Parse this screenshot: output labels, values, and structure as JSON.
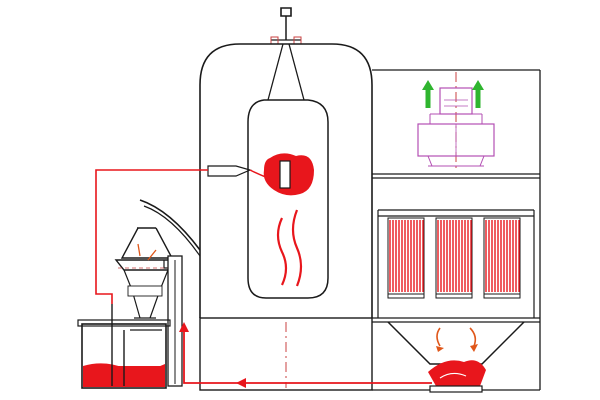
{
  "diagram": {
    "colors": {
      "line": "#1a1a1a",
      "powder": "#e8161c",
      "fan": "#b34fb3",
      "airflow": "#2fb52f",
      "motion": "#e0571a",
      "guide": "#c84040"
    },
    "components": [
      {
        "id": "spray-booth",
        "kind": "booth"
      },
      {
        "id": "workpiece",
        "kind": "part"
      },
      {
        "id": "spray-gun",
        "kind": "gun"
      },
      {
        "id": "cyclone-recovery-unit",
        "kind": "cyclone"
      },
      {
        "id": "fresh-powder-hopper",
        "kind": "hopper"
      },
      {
        "id": "cartridge-filter-module",
        "kind": "filter"
      },
      {
        "id": "exhaust-fan",
        "kind": "fan"
      },
      {
        "id": "collection-funnel",
        "kind": "funnel"
      }
    ],
    "filter_count": 3,
    "exhaust_arrows": 2
  }
}
